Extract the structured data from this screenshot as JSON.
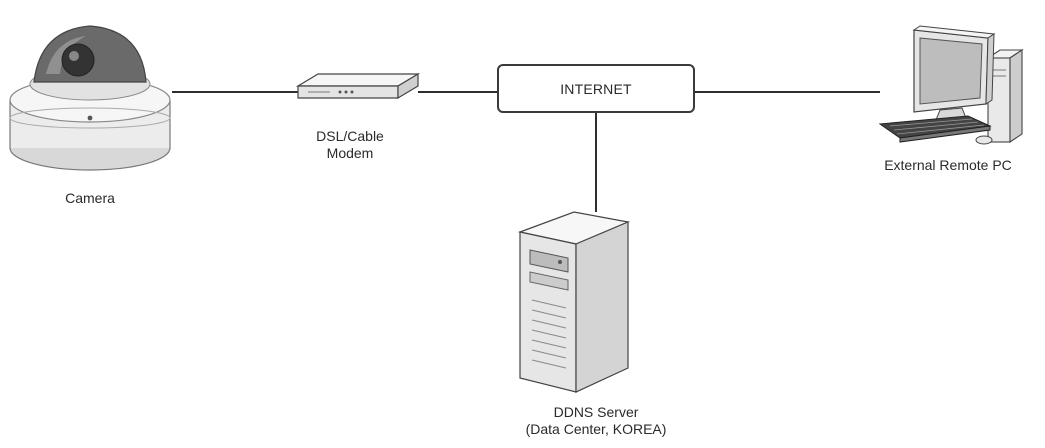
{
  "nodes": {
    "camera": {
      "label": "Camera"
    },
    "modem": {
      "label_line1": "DSL/Cable",
      "label_line2": "Modem"
    },
    "internet": {
      "label": "INTERNET"
    },
    "remote_pc": {
      "label": "External Remote PC"
    },
    "ddns_server": {
      "label_line1": "DDNS Server",
      "label_line2": "(Data Center, KOREA)"
    }
  },
  "colors": {
    "line": "#2e2e2e",
    "device_fill": "#f4f4f4",
    "device_shade": "#cfcfcf",
    "device_dark": "#555555"
  }
}
